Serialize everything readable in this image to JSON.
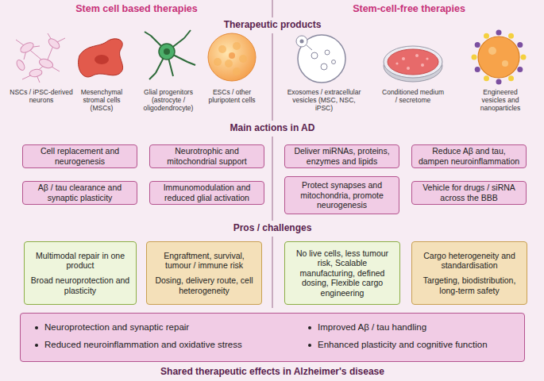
{
  "diagram": {
    "nodes": [
      {
        "text": [
          "Cell replacement and neurogenesis"
        ]
      },
      {
        "text": [
          "Neurotrophic and mitochondrial support"
        ]
      },
      {
        "text": [
          "Deliver miRNAs, proteins, enzymes and lipids"
        ]
      },
      {
        "text": [
          "Reduce Aβ and tau, dampen neuroinflammation"
        ]
      },
      {
        "text": [
          "Aβ / tau clearance and synaptic plasticity"
        ]
      },
      {
        "text": [
          "Immunomodulation and reduced glial activation"
        ]
      },
      {
        "text": [
          "Protect synapses and mitochondria, promote neurogenesis"
        ]
      },
      {
        "text": [
          "Vehicle for drugs / siRNA across the BBB"
        ]
      },
      {
        "text": [
          "Multimodal repair in one product",
          "Broad neuroprotection and plasticity"
        ]
      },
      {
        "text": [
          "Engraftment, survival, tumour / immune risk",
          "Dosing, delivery route, cell heterogeneity"
        ]
      },
      {
        "text": [
          "No live cells, less tumour risk, Scalable manufacturing, defined dosing, Flexible cargo engineering"
        ]
      },
      {
        "text": [
          "Cargo heterogeneity and standardisation",
          "Targeting, biodistribution, long-term safety"
        ]
      },
      {
        "text": [
          "Neuroprotection and synaptic repair",
          "Reduced neuroinflammation and oxidative stress",
          "Improved Aβ / tau handling",
          "Enhanced plasticity and cognitive function"
        ]
      }
    ],
    "labels": [
      "Stem cell based therapies",
      "Stem-cell-free therapies",
      "Therapeutic products",
      "NSCs / iPSC-derived neurons",
      "Mesenchymal stromal cells (MSCs)",
      "Glial progenitors (astrocyte / oligodendrocyte)",
      "ESCs / other pluripotent cells",
      "Exosomes / extracellular vesicles (MSC, NSC, iPSC)",
      "Conditioned medium / secretome",
      "Engineered vesicles and nanoparticles",
      "Main actions in AD",
      "Pros / challenges",
      "Shared therapeutic effects in Alzheimer's disease"
    ]
  }
}
